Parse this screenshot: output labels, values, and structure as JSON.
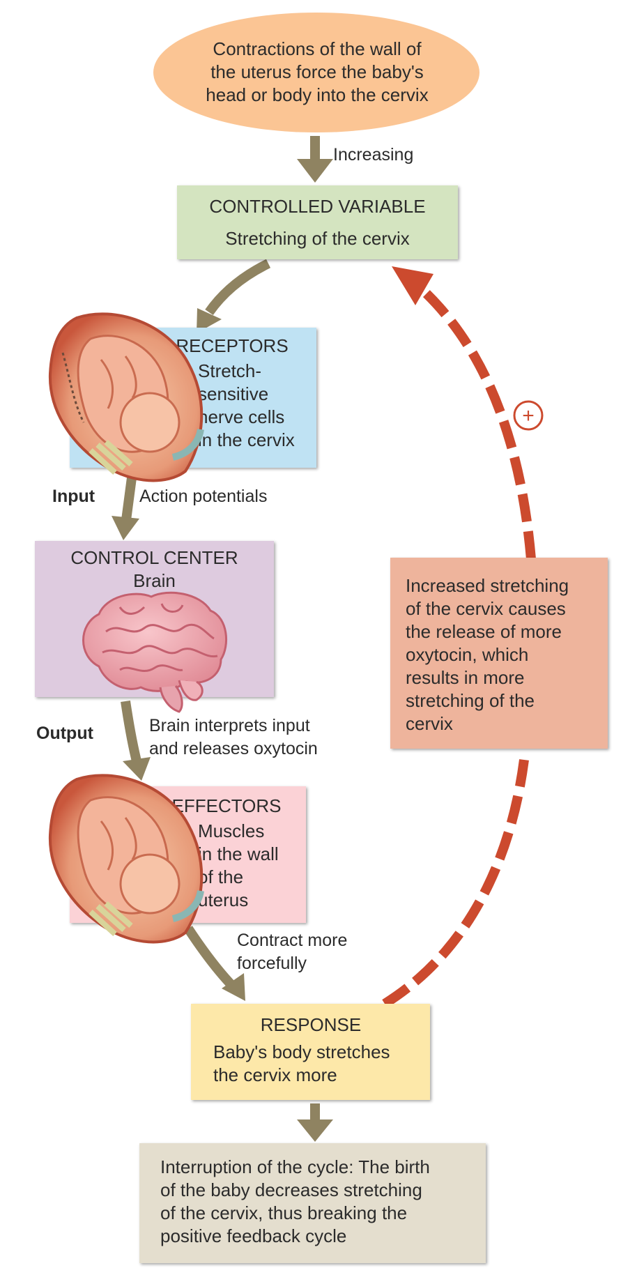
{
  "colors": {
    "arrow": "#8f8361",
    "feedback": "#cc4a2e",
    "start_fill": "#fbc594",
    "controlled_fill": "#d4e4c0",
    "receptors_fill": "#bfe2f3",
    "control_center_fill": "#decbdf",
    "effectors_fill": "#fbd2d6",
    "response_fill": "#fde8a9",
    "explanation_fill": "#eeb49c",
    "interruption_fill": "#e4dece"
  },
  "start": {
    "lines": [
      "Contractions of the wall of",
      "the uterus force the baby's",
      "head or body into the cervix"
    ]
  },
  "labels": {
    "increasing": "Increasing",
    "input": "Input",
    "action_potentials": "Action potentials",
    "output": "Output",
    "brain_interprets": [
      "Brain interprets input",
      "and releases oxytocin"
    ],
    "contract_more": [
      "Contract more",
      "forcefully"
    ],
    "plus": "+"
  },
  "controlled_variable": {
    "title": "CONTROLLED VARIABLE",
    "text": "Stretching of the cervix"
  },
  "receptors": {
    "title": "RECEPTORS",
    "lines": [
      "Stretch-",
      "sensitive",
      "nerve cells",
      "in the cervix"
    ],
    "image_icon": "fetus-in-uterus-icon"
  },
  "control_center": {
    "title": "CONTROL CENTER",
    "subtitle": "Brain",
    "image_icon": "brain-icon"
  },
  "effectors": {
    "title": "EFFECTORS",
    "lines": [
      "Muscles",
      "in the wall",
      "of the",
      "uterus"
    ],
    "image_icon": "fetus-in-uterus-icon"
  },
  "response": {
    "title": "RESPONSE",
    "lines": [
      "Baby's body stretches",
      "the cervix more"
    ]
  },
  "explanation": {
    "lines": [
      "Increased stretching",
      "of the cervix causes",
      "the release of more",
      "oxytocin, which",
      "results in more",
      "stretching of the",
      "cervix"
    ]
  },
  "interruption": {
    "lines": [
      "Interruption of the cycle: The birth",
      "of the baby decreases stretching",
      "of the cervix, thus breaking the",
      "positive feedback cycle"
    ]
  }
}
